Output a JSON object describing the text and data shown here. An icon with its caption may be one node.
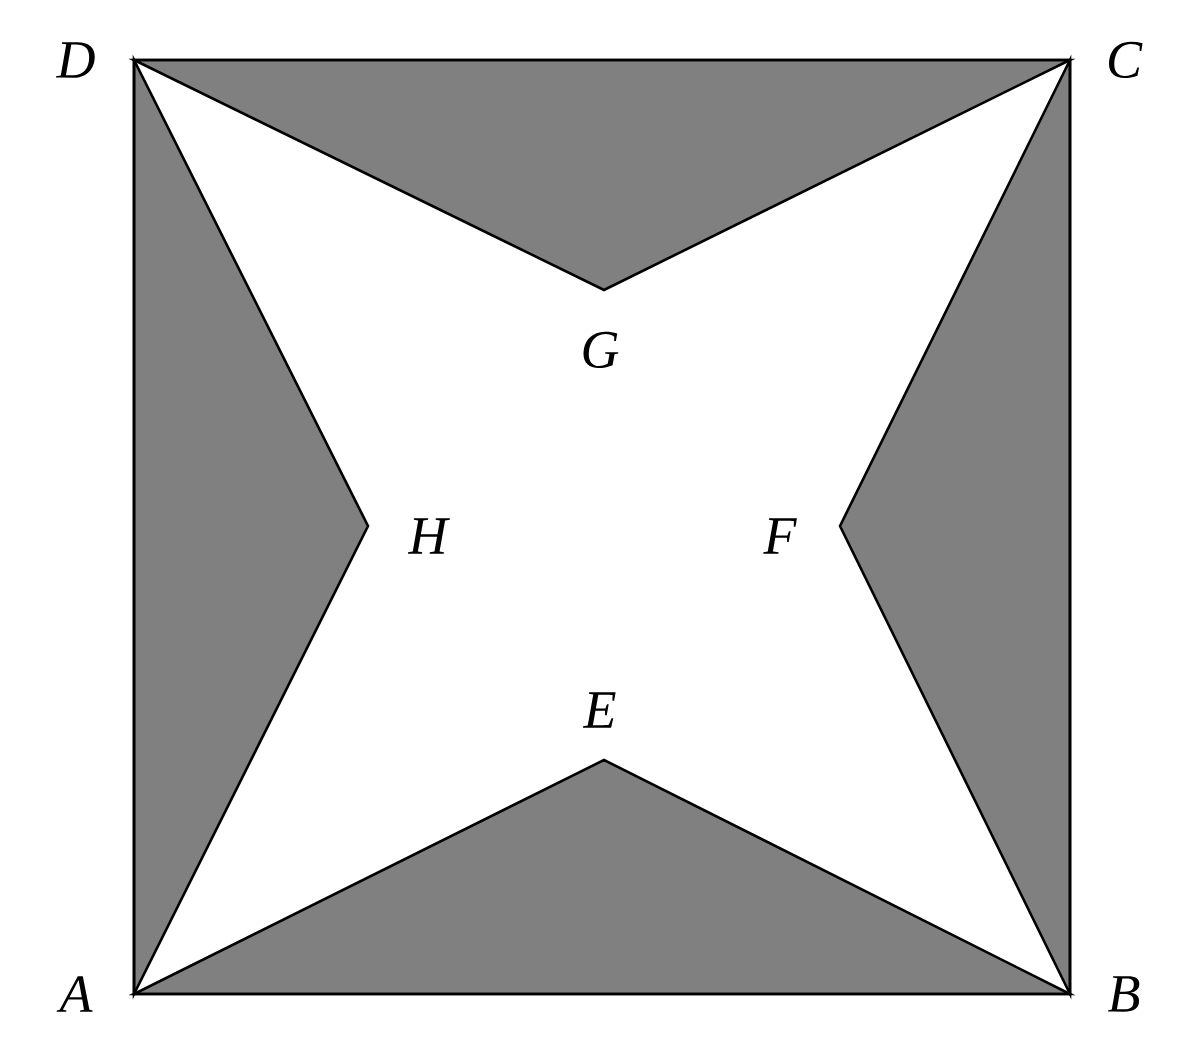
{
  "diagram": {
    "labels": [
      "D",
      "C",
      "G",
      "H",
      "F",
      "E",
      "A",
      "B"
    ]
  }
}
